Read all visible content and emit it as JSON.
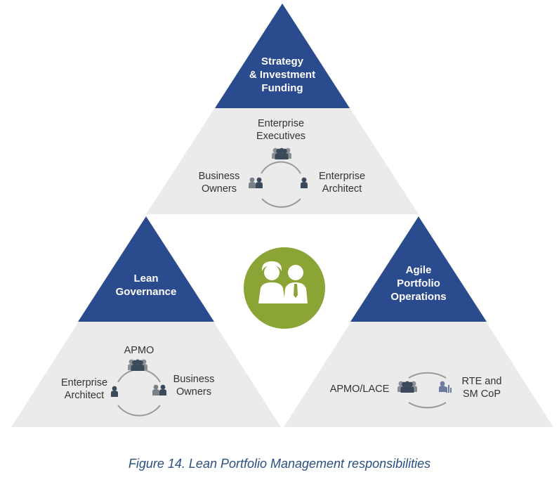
{
  "figure": {
    "caption": "Figure 14. Lean Portfolio Management responsibilities",
    "center_icon": "people-icon",
    "colors": {
      "blue": "#2a4b8d",
      "gray": "#ebebeb",
      "green": "#8aa435",
      "icon": "#3b4a5a",
      "arc": "#9a9a9a"
    }
  },
  "sections": {
    "top": {
      "title_lines": [
        "Strategy",
        "& Investment",
        "Funding"
      ],
      "roles": {
        "top": {
          "lines": [
            "Enterprise",
            "Executives"
          ],
          "icon": "group-icon"
        },
        "left": {
          "lines": [
            "Business",
            "Owners"
          ],
          "icon": "pair-icon"
        },
        "right": {
          "lines": [
            "Enterprise",
            "Architect"
          ],
          "icon": "person-icon"
        }
      }
    },
    "left": {
      "title_lines": [
        "Lean",
        "Governance"
      ],
      "roles": {
        "top": {
          "lines": [
            "APMO"
          ],
          "icon": "group-icon"
        },
        "left": {
          "lines": [
            "Enterprise",
            "Architect"
          ],
          "icon": "person-icon"
        },
        "right": {
          "lines": [
            "Business",
            "Owners"
          ],
          "icon": "pair-icon"
        }
      }
    },
    "right": {
      "title_lines": [
        "Agile",
        "Portfolio",
        "Operations"
      ],
      "roles": {
        "left": {
          "lines": [
            "APMO/LACE"
          ],
          "icon": "group-icon"
        },
        "right": {
          "lines": [
            "RTE and",
            "SM CoP"
          ],
          "icon": "team-icon"
        }
      }
    }
  }
}
